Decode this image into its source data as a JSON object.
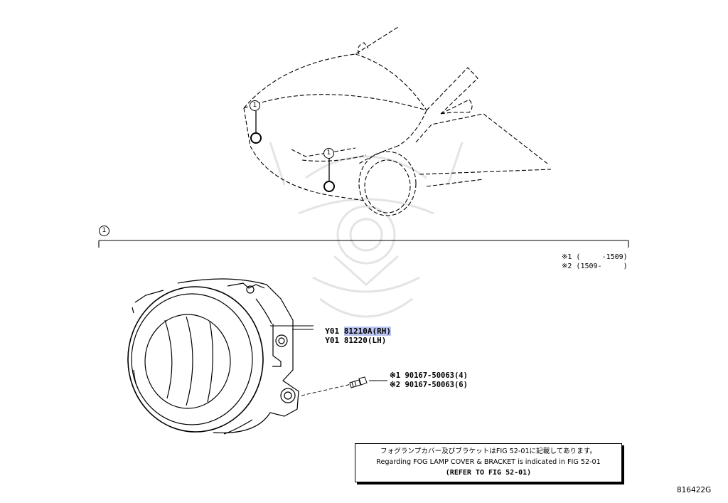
{
  "callout_marker": "1",
  "variant_notes": [
    {
      "text": "※1 (     -1509)"
    },
    {
      "text": "※2 (1509-     )"
    }
  ],
  "parts": [
    {
      "prefix": "Y01",
      "number": "81210A(RH)",
      "highlighted": true
    },
    {
      "prefix": "Y01",
      "number": "81220(LH)",
      "highlighted": false
    }
  ],
  "screws": [
    {
      "text": "※1 90167-50063(4)"
    },
    {
      "text": "※2 90167-50063(6)"
    }
  ],
  "note": {
    "line_jp": "フォグランプカバー及びブラケットはFIG 52-01に記載してあります。",
    "line_en": "Regarding FOG LAMP COVER & BRACKET is indicated in FIG 52-01",
    "line_ref": "(REFER TO FIG 52-01)"
  },
  "figure_id": "816422G",
  "colors": {
    "highlight": "#b9c3ee",
    "watermark": "#e6e6e6"
  }
}
